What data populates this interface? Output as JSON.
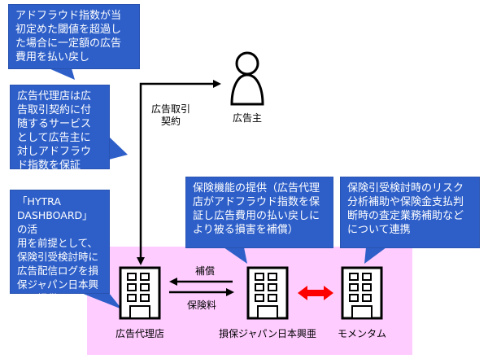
{
  "callouts": {
    "refund": "アドフラウド指数が当\n初定めた閾値を超過し\nた場合に一定額の広告\n費用を払い戻し",
    "guarantee": "広告代理店は広\n告取引契約に付\n随するサービス\nとして広告主に\n対しアドフラウ\nド指数を保証",
    "dashboard": "「HYTRA\nDASHBOARD」の活\n用を前提として、\n保険引受検討時に\n広告配信ログを損\n保ジャパン日本興\n亜に提供",
    "insurance": "保険機能の提供（広告代理\n店がアドフラウド指数を保\n証し広告費用の払い戻しに\nより被る損害を補償）",
    "momentum": "保険引受検討時のリスク\n分析補助や保険金支払判\n断時の査定業務補助など\nについて連携"
  },
  "entities": {
    "advertiser": "広告主",
    "agency": "広告代理店",
    "insurer": "損保ジャパン日本興亜",
    "momentum": "モメンタム"
  },
  "flows": {
    "contract": "広告取引\n契約",
    "compensation": "補償",
    "premium": "保険料"
  },
  "colors": {
    "callout": "#2e5fc9",
    "highlight": "#ffccff",
    "link_arrow": "#ff0000"
  }
}
